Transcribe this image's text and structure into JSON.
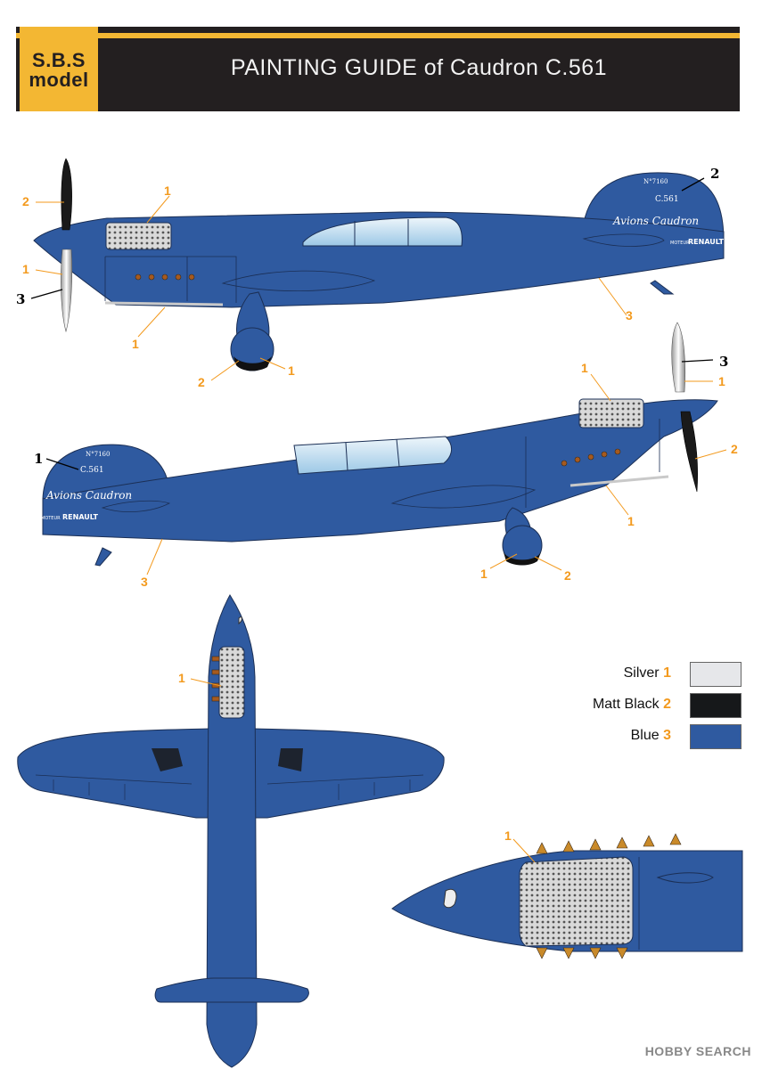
{
  "header": {
    "logo_line1": "S.B.S",
    "logo_line2": "model",
    "title": "PAINTING GUIDE of Caudron C.561",
    "accent_color": "#f3b733",
    "bar_color": "#231f20"
  },
  "aircraft_markings": {
    "registration": "N°7160",
    "type": "C.561",
    "script": "Avions Caudron",
    "engine_small": "MOTEUR",
    "engine": "RENAULT"
  },
  "callouts": {
    "one": "1",
    "two": "2",
    "three": "3"
  },
  "legend": [
    {
      "label": "Silver",
      "num": "1",
      "color": "#e6e7ea"
    },
    {
      "label": "Matt Black",
      "num": "2",
      "color": "#16181a"
    },
    {
      "label": "Blue",
      "num": "3",
      "color": "#2f5aa0"
    }
  ],
  "watermark": "HOBBY SEARCH"
}
